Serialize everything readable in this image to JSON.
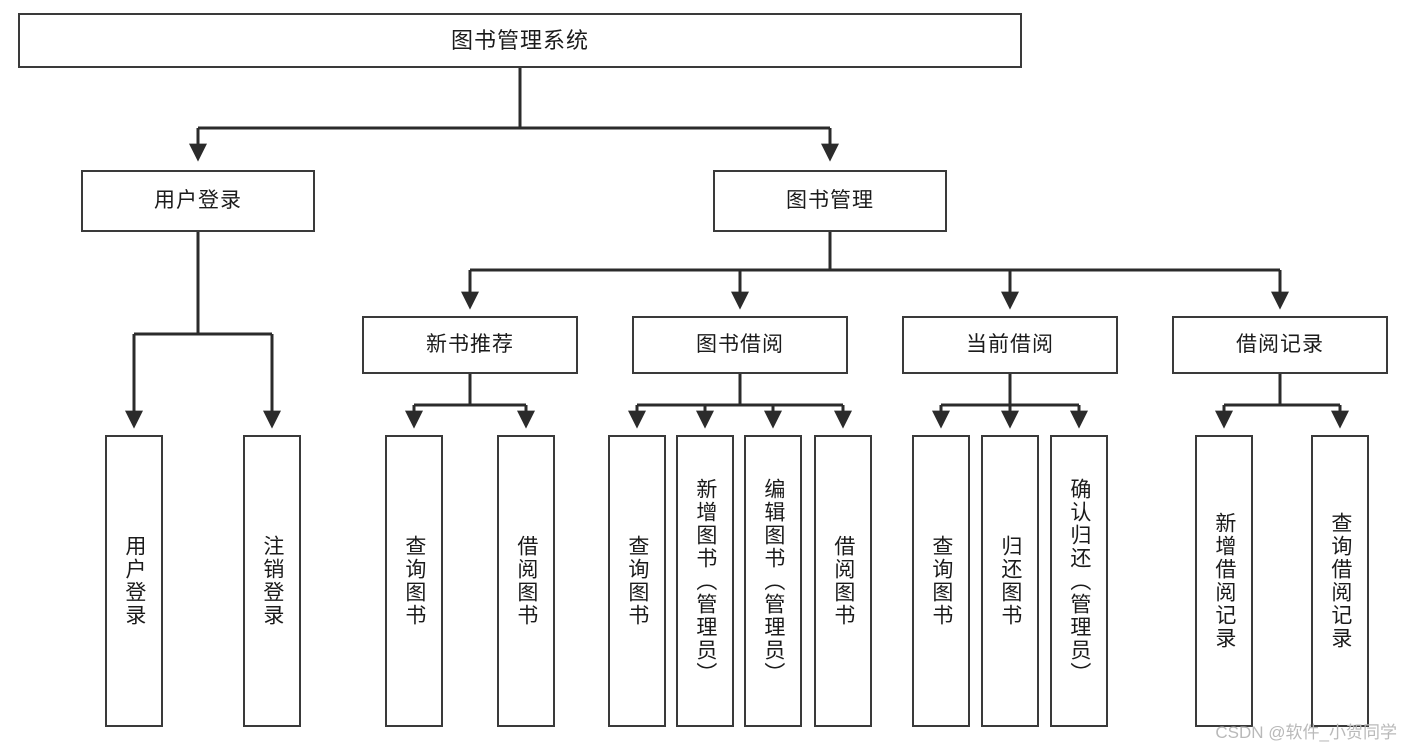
{
  "diagram": {
    "title": "图书管理系统",
    "type": "tree-hierarchy",
    "watermark": "CSDN @软件_小贺同学",
    "colors": {
      "box_border": "#3a3a3a",
      "box_fill": "#ffffff",
      "connector": "#2b2b2b",
      "text": "#1b1b1b",
      "watermark": "#b9b9b9"
    },
    "nodes": {
      "root": {
        "label": "图书管理系统"
      },
      "level2": [
        {
          "label": "用户登录"
        },
        {
          "label": "图书管理"
        }
      ],
      "level3": [
        {
          "label": "新书推荐"
        },
        {
          "label": "图书借阅"
        },
        {
          "label": "当前借阅"
        },
        {
          "label": "借阅记录"
        }
      ],
      "leaves": {
        "user_login": [
          {
            "label": "用户登录"
          },
          {
            "label": "注销登录"
          }
        ],
        "new_book": [
          {
            "label": "查询图书"
          },
          {
            "label": "借阅图书"
          }
        ],
        "book_borrow": [
          {
            "label": "查询图书"
          },
          {
            "label": "新增图书（管理员）"
          },
          {
            "label": "编辑图书（管理员）"
          },
          {
            "label": "借阅图书"
          }
        ],
        "current_borrow": [
          {
            "label": "查询图书"
          },
          {
            "label": "归还图书"
          },
          {
            "label": "确认归还（管理员）"
          }
        ],
        "borrow_record": [
          {
            "label": "新增借阅记录"
          },
          {
            "label": "查询借阅记录"
          }
        ]
      }
    }
  }
}
